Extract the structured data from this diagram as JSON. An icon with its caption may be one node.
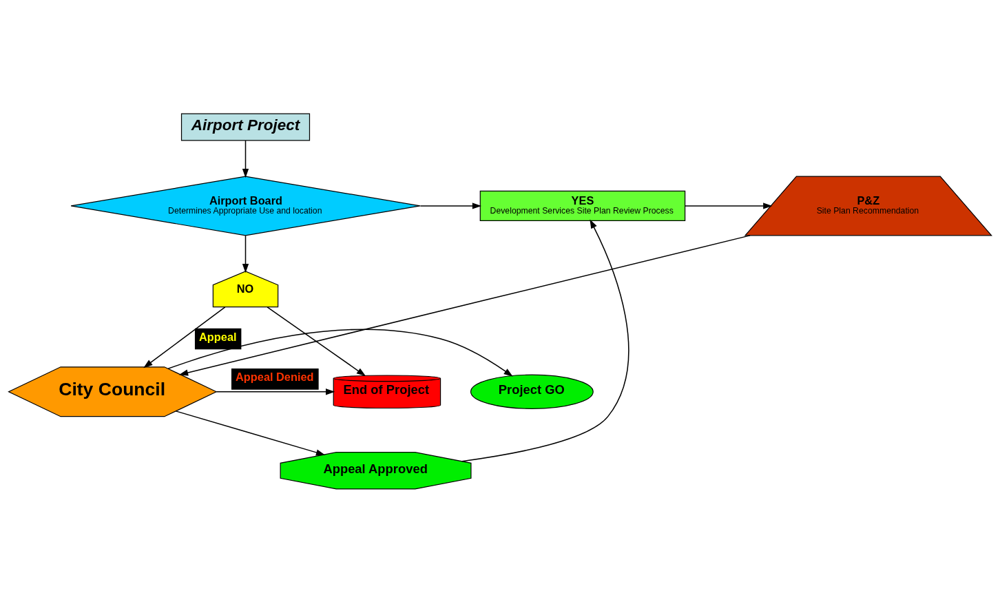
{
  "diagram": {
    "nodes": [
      {
        "text": [
          "Airport Project"
        ]
      },
      {
        "text": [
          "Airport Board",
          "Determines Appropriate Use and location"
        ]
      },
      {
        "text": [
          "YES",
          "Development Services Site Plan Review Process"
        ]
      },
      {
        "text": [
          "P&Z",
          "Site Plan Recommendation"
        ]
      },
      {
        "text": [
          "NO"
        ]
      },
      {
        "text": [
          "Appeal Approved"
        ]
      },
      {
        "text": [
          "End of Project"
        ]
      },
      {
        "text": [
          "City Council"
        ]
      },
      {
        "text": [
          "Project GO"
        ]
      }
    ],
    "edges": [
      {
        "from": 0,
        "to": 1,
        "arrow": "to"
      },
      {
        "from": 1,
        "to": 2,
        "arrow": "to"
      },
      {
        "from": 1,
        "to": 4,
        "arrow": "to"
      },
      {
        "from": 2,
        "to": 3,
        "arrow": "to"
      },
      {
        "from": 4,
        "to": 6,
        "arrow": "to"
      },
      {
        "from": 4,
        "to": 7,
        "arrow": "to",
        "label": "Appeal"
      },
      {
        "from": 3,
        "to": 7,
        "arrow": "to"
      },
      {
        "from": 7,
        "to": 5,
        "arrow": "to"
      },
      {
        "from": 5,
        "to": 2,
        "arrow": "to"
      },
      {
        "from": 7,
        "to": 6,
        "arrow": "to",
        "label": "Appeal Denied"
      },
      {
        "from": 7,
        "to": 8,
        "arrow": "to"
      }
    ]
  }
}
